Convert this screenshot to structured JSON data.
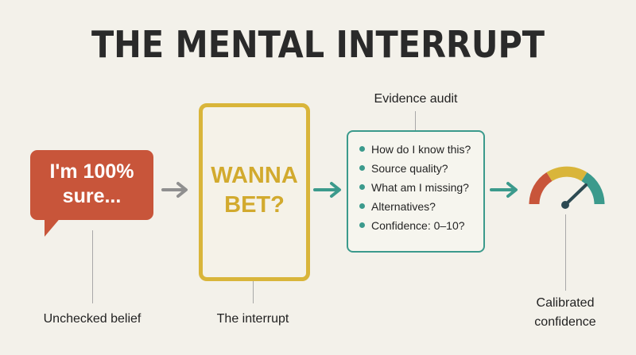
{
  "title": "THE MENTAL INTERRUPT",
  "bubble": {
    "line1": "I'm 100%",
    "line2": "sure..."
  },
  "interrupt": {
    "line1": "WANNA",
    "line2": "BET?"
  },
  "audit": {
    "heading": "Evidence audit",
    "items": [
      "How do I know this?",
      "Source quality?",
      "What am I missing?",
      "Alternatives?",
      "Confidence: 0–10?"
    ]
  },
  "labels": {
    "unchecked": "Unchecked belief",
    "interrupt": "The interrupt",
    "calibrated_line1": "Calibrated",
    "calibrated_line2": "confidence"
  },
  "colors": {
    "bubble": "#c8553a",
    "interrupt": "#d9b53a",
    "teal": "#3b9a8c",
    "gray_arrow": "#8f8f8f",
    "gauge_red": "#c8553a",
    "gauge_yellow": "#d9b53a",
    "gauge_teal": "#3b9a8c",
    "needle": "#2c4a52"
  },
  "icons": {
    "gauge": "confidence-gauge-icon",
    "arrow": "right-arrow-icon"
  }
}
